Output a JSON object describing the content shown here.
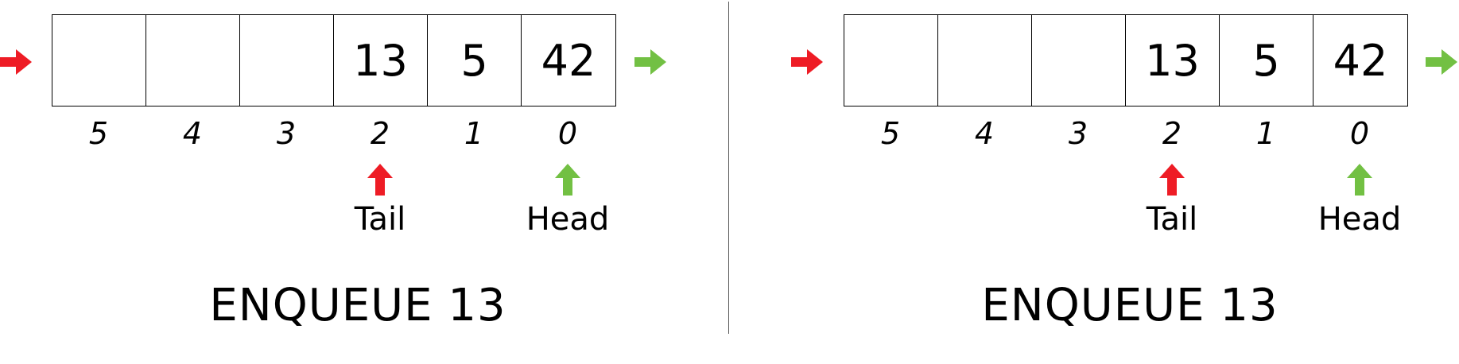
{
  "colors": {
    "enqueue_arrow": "#ee1c25",
    "dequeue_arrow": "#72c043",
    "tail_pointer": "#ee1c25",
    "head_pointer": "#72c043"
  },
  "panels": [
    {
      "cells": [
        "",
        "",
        "",
        "13",
        "5",
        "42"
      ],
      "indices": [
        "5",
        "4",
        "3",
        "2",
        "1",
        "0"
      ],
      "tail_label": "Tail",
      "head_label": "Head",
      "operation": "ENQUEUE 13"
    },
    {
      "cells": [
        "",
        "",
        "",
        "13",
        "5",
        "42"
      ],
      "indices": [
        "5",
        "4",
        "3",
        "2",
        "1",
        "0"
      ],
      "tail_label": "Tail",
      "head_label": "Head",
      "operation": "ENQUEUE 13"
    }
  ]
}
